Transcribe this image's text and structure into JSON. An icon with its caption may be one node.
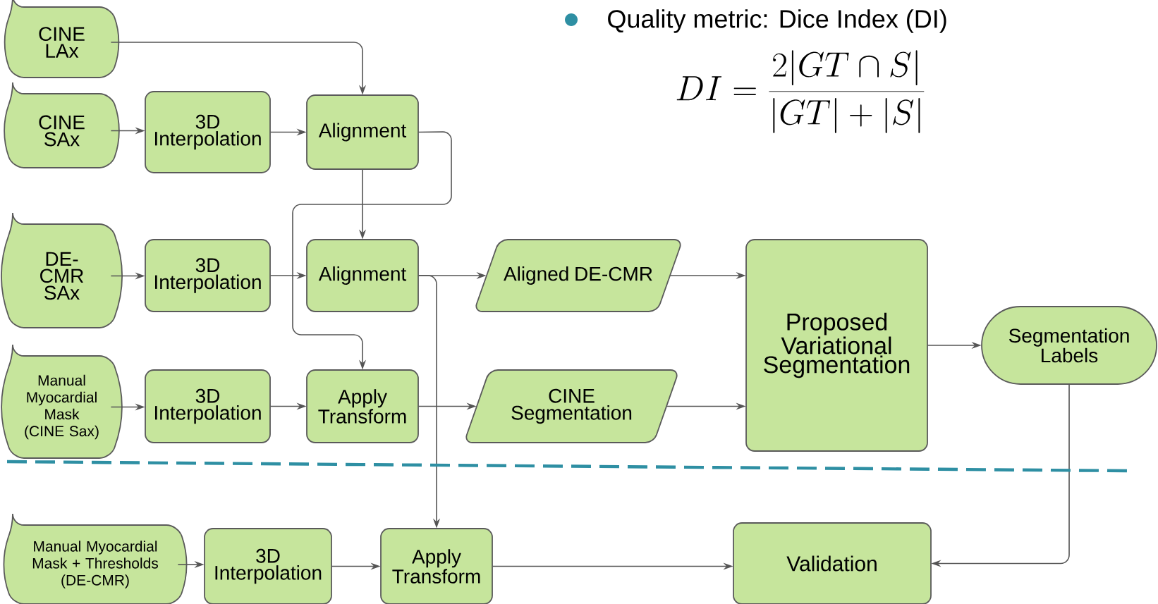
{
  "diagram": {
    "nodes": [
      {
        "text": [
          "CINE LAx"
        ]
      },
      {
        "text": [
          "CINE SAx"
        ]
      },
      {
        "text": [
          "3D Interpolation"
        ]
      },
      {
        "text": [
          "Alignment"
        ]
      },
      {
        "text": [
          "DE-CMR SAx"
        ]
      },
      {
        "text": [
          "3D Interpolation"
        ]
      },
      {
        "text": [
          "Alignment"
        ]
      },
      {
        "text": [
          "Aligned DE-CMR"
        ]
      },
      {
        "text": [
          "Manual Myocardial Mask (CINE Sax)"
        ]
      },
      {
        "text": [
          "3D Interpolation"
        ]
      },
      {
        "text": [
          "Apply Transform"
        ]
      },
      {
        "text": [
          "CINE Segmentation"
        ]
      },
      {
        "text": [
          "Proposed Variational Segmentation"
        ]
      },
      {
        "text": [
          "Segmentation Labels"
        ]
      },
      {
        "text": [
          "Manual Myocardial Mask + Thresholds (DE-CMR)"
        ]
      },
      {
        "text": [
          "3D Interpolation"
        ]
      },
      {
        "text": [
          "Apply Transform"
        ]
      },
      {
        "text": [
          "Validation"
        ]
      }
    ],
    "edges": [
      {
        "from": 0,
        "to": 3,
        "arrow": "to"
      },
      {
        "from": 1,
        "to": 2,
        "arrow": "to"
      },
      {
        "from": 2,
        "to": 3,
        "arrow": "to"
      },
      {
        "from": 3,
        "to": 6,
        "arrow": "to"
      },
      {
        "from": 3,
        "to": 10,
        "arrow": "to"
      },
      {
        "from": 4,
        "to": 5,
        "arrow": "to"
      },
      {
        "from": 5,
        "to": 6,
        "arrow": "to"
      },
      {
        "from": 6,
        "to": 7,
        "arrow": "to"
      },
      {
        "from": 6,
        "to": 16,
        "arrow": "to"
      },
      {
        "from": 7,
        "to": 12,
        "arrow": "to"
      },
      {
        "from": 8,
        "to": 9,
        "arrow": "to"
      },
      {
        "from": 9,
        "to": 10,
        "arrow": "to"
      },
      {
        "from": 10,
        "to": 11,
        "arrow": "to"
      },
      {
        "from": 11,
        "to": 12,
        "arrow": "to"
      },
      {
        "from": 12,
        "to": 13,
        "arrow": "to"
      },
      {
        "from": 13,
        "to": 17,
        "arrow": "to"
      },
      {
        "from": 14,
        "to": 15,
        "arrow": "to"
      },
      {
        "from": 15,
        "to": 16,
        "arrow": "to"
      },
      {
        "from": 16,
        "to": 17,
        "arrow": "to"
      }
    ],
    "labels": [
      "Quality metric: Dice Index (DI)",
      "DI = \\frac{2|GT \\cap S|}{|GT| + |S|}"
    ]
  }
}
